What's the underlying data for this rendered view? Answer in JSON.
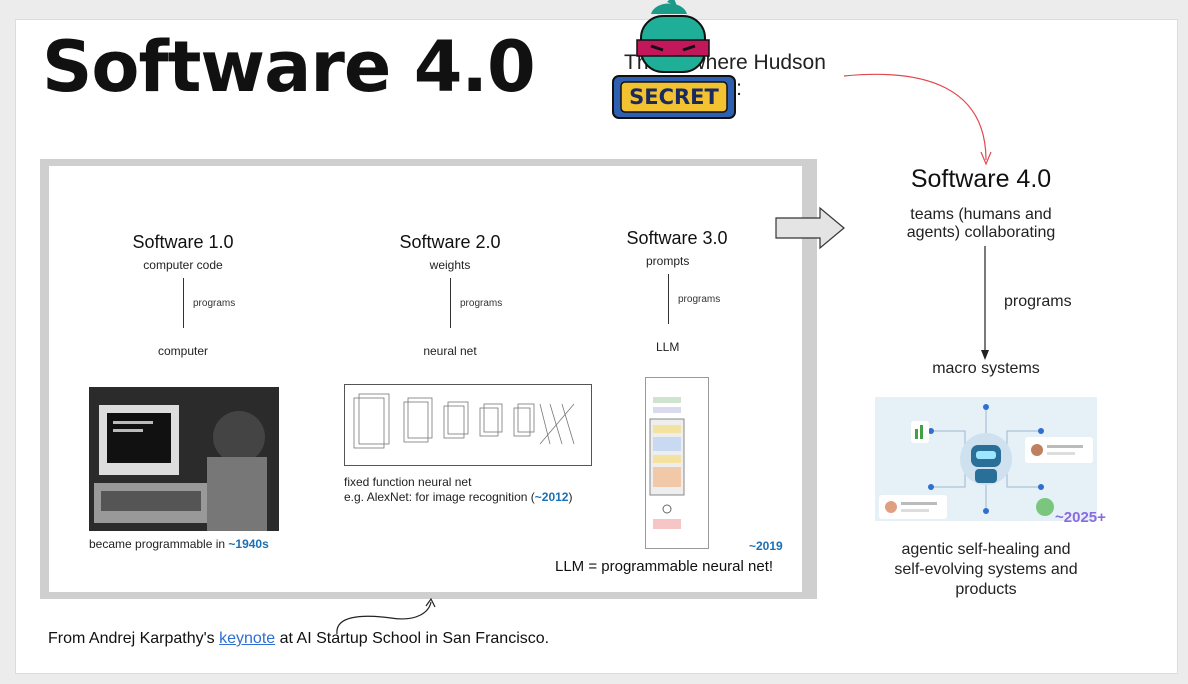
{
  "title": "Software 4.0",
  "tagline": "This is where Hudson Labs shines:",
  "left_slide": {
    "columns": [
      {
        "title": "Software 1.0",
        "subtitle": "computer code",
        "arrow_label": "programs",
        "target": "computer",
        "note_prefix": "became programmable in ",
        "note_year": "~1940s"
      },
      {
        "title": "Software 2.0",
        "subtitle": "weights",
        "arrow_label": "programs",
        "target": "neural net",
        "note_line1": "fixed function neural net",
        "note_prefix": "e.g. AlexNet: for image recognition (",
        "note_year": "~2012",
        "note_suffix": ")"
      },
      {
        "title": "Software 3.0",
        "subtitle": "prompts",
        "arrow_label": "programs",
        "target": "LLM",
        "note_year": "~2019"
      }
    ],
    "footer": "LLM = programmable neural net!"
  },
  "right": {
    "title": "Software 4.0",
    "subtitle": "teams (humans and agents) collaborating",
    "arrow_label": "programs",
    "target": "macro systems",
    "year": "~2025+",
    "description": "agentic self-healing and self-evolving systems and products"
  },
  "badge": {
    "text": "SECRET"
  },
  "caption": {
    "prefix": "From Andrej Karpathy's ",
    "link": "keynote",
    "suffix": " at AI Startup School in San Francisco."
  },
  "colors": {
    "accent_blue": "#1a6fb5",
    "accent_purple": "#8b6be0",
    "arrow_red": "#e0484f"
  }
}
